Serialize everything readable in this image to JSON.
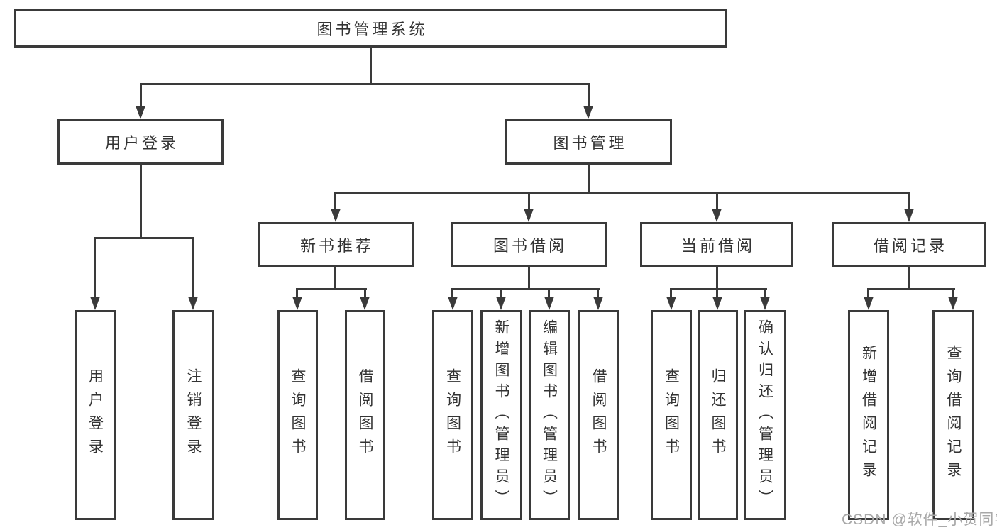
{
  "diagram": {
    "root": "图书管理系统",
    "level2": {
      "user_login": "用户登录",
      "book_management": "图书管理"
    },
    "level3": {
      "new_book_recommend": "新书推荐",
      "book_borrow": "图书借阅",
      "current_borrow": "当前借阅",
      "borrow_records": "借阅记录"
    },
    "leaves": {
      "user_login": "用户登录",
      "logout": "注销登录",
      "recommend_query_books": "查询图书",
      "recommend_borrow_books": "借阅图书",
      "borrow_query_books": "查询图书",
      "add_books_admin": "新增图书（管理员）",
      "edit_books_admin": "编辑图书（管理员）",
      "borrow_borrow_books": "借阅图书",
      "current_query_books": "查询图书",
      "return_books": "归还图书",
      "confirm_return_admin": "确认归还（管理员）",
      "add_borrow_record": "新增借阅记录",
      "query_borrow_record": "查询借阅记录"
    }
  },
  "watermark": "CSDN @软件_小贺同学",
  "colors": {
    "line": "#3a3a3a",
    "text": "#333333",
    "watermark": "#a8a8a8",
    "background": "#ffffff"
  }
}
